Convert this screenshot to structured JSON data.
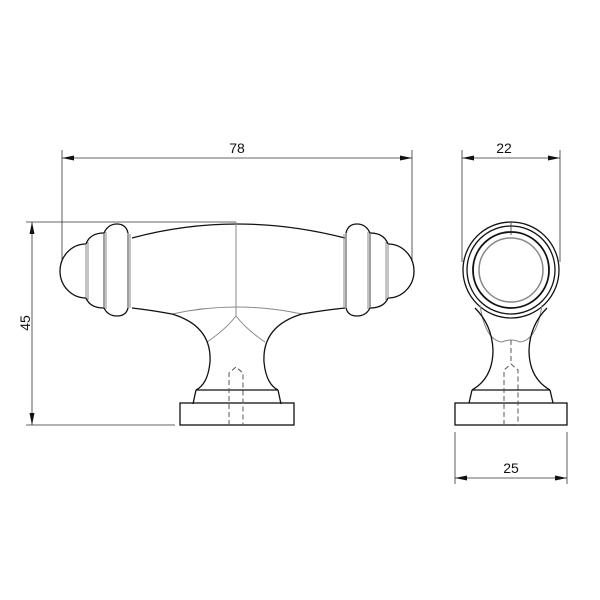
{
  "drawing": {
    "subject": "T-bar cabinet knob technical drawing",
    "views": [
      "front-view",
      "side-view"
    ],
    "dimensions": {
      "front_width": {
        "value": "78",
        "unit": "mm"
      },
      "front_height": {
        "value": "45",
        "unit": "mm"
      },
      "side_top_width": {
        "value": "22",
        "unit": "mm"
      },
      "side_base_width": {
        "value": "25",
        "unit": "mm"
      }
    },
    "colors": {
      "line": "#111111",
      "background": "#ffffff",
      "hidden_line": "#555555"
    }
  }
}
